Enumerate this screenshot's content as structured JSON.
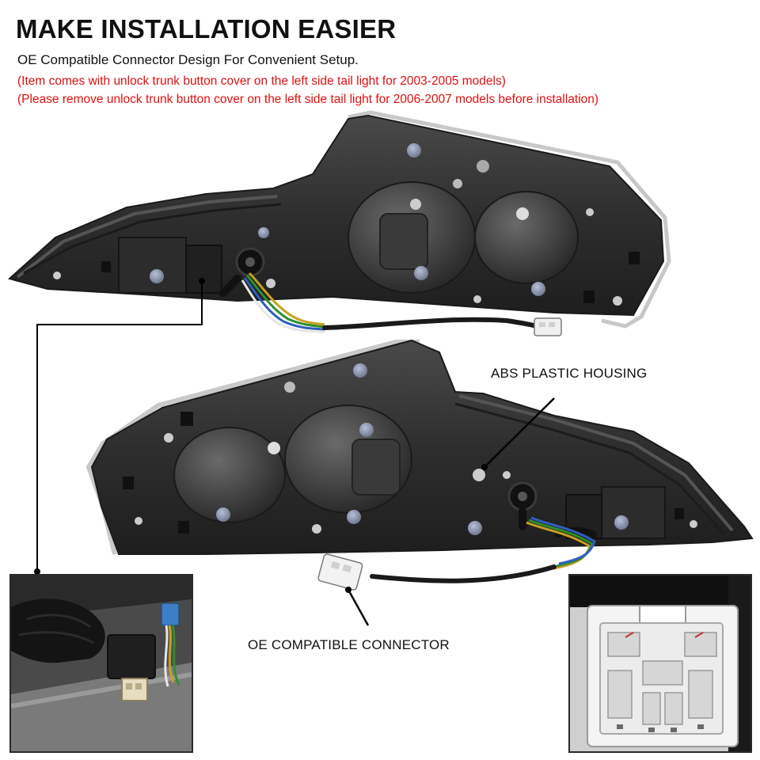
{
  "header": {
    "title": "MAKE INSTALLATION EASIER",
    "subtitle": "OE Compatible Connector Design For Convenient Setup.",
    "notes": [
      "(Item comes with unlock trunk button cover on the left side tail light for 2003-2005 models)",
      "(Please remove unlock trunk button cover on the left side tail light for 2006-2007 models before installation)"
    ]
  },
  "callouts": {
    "housing": "ABS PLASTIC HOUSING",
    "connector": "OE COMPATIBLE CONNECTOR"
  },
  "colors": {
    "note_text": "#e01010",
    "housing_dark": "#3a3a3a",
    "connector_white": "#f2f2f2"
  }
}
